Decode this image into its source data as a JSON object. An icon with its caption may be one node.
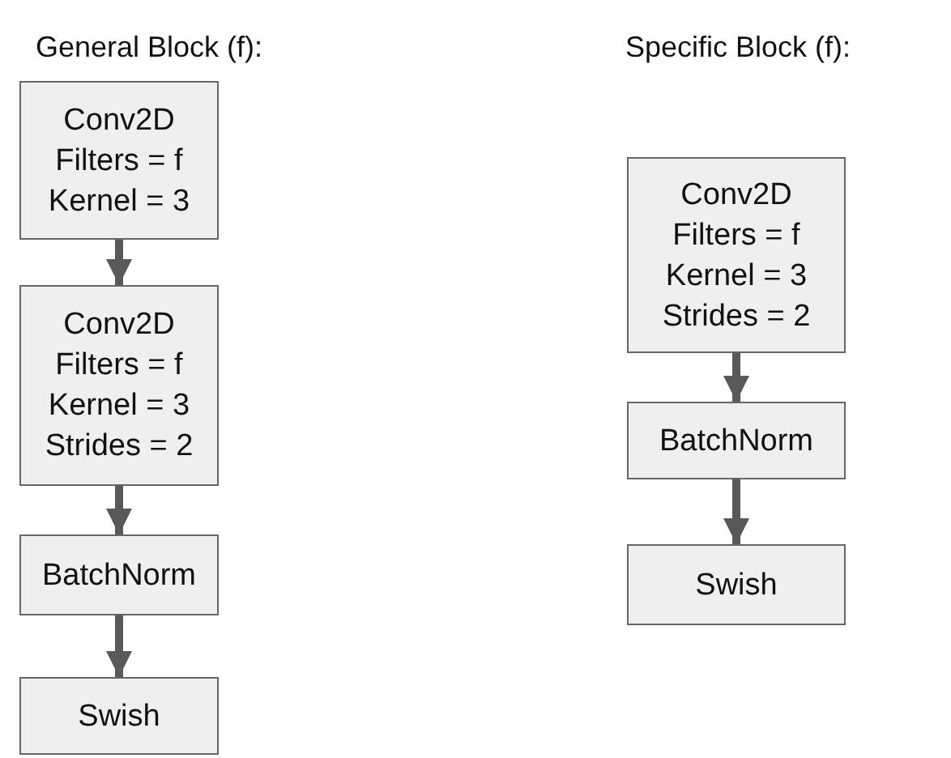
{
  "diagram": {
    "nodes": [
      {
        "text": [
          "Conv2D",
          "Filters = f",
          "Kernel = 3"
        ]
      },
      {
        "text": [
          "Conv2D",
          "Filters = f",
          "Kernel = 3",
          "Strides = 2"
        ]
      },
      {
        "text": [
          "BatchNorm"
        ]
      },
      {
        "text": [
          "Swish"
        ]
      },
      {
        "text": [
          "Conv2D",
          "Filters = f",
          "Kernel = 3",
          "Strides = 2"
        ]
      },
      {
        "text": [
          "BatchNorm"
        ]
      },
      {
        "text": [
          "Swish"
        ]
      }
    ],
    "edges": [
      {
        "from": 0,
        "to": 1,
        "arrow": "to"
      },
      {
        "from": 1,
        "to": 2,
        "arrow": "to"
      },
      {
        "from": 2,
        "to": 3,
        "arrow": "to"
      },
      {
        "from": 4,
        "to": 5,
        "arrow": "to"
      },
      {
        "from": 5,
        "to": 6,
        "arrow": "to"
      }
    ],
    "labels": [
      "General Block (f):",
      "Specific Block (f):"
    ]
  }
}
